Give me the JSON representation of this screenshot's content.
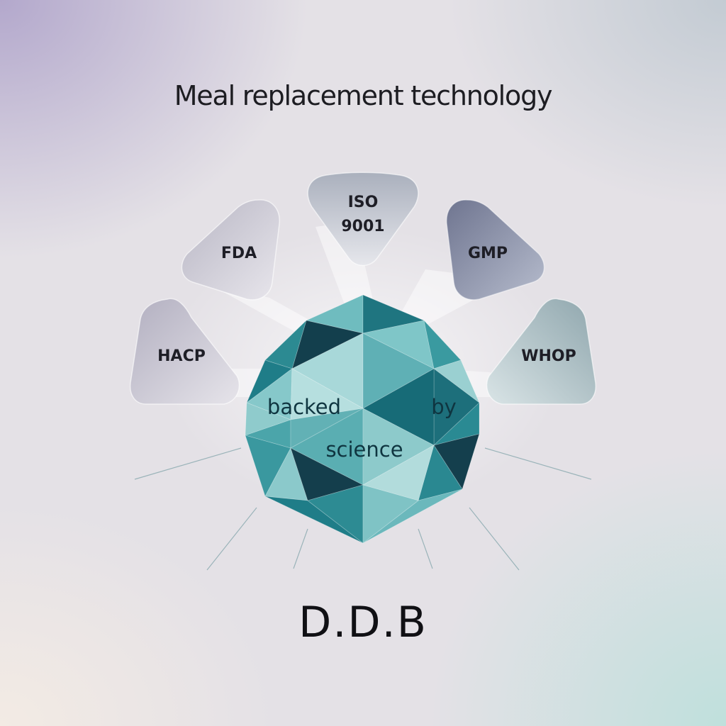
{
  "title": "Meal replacement technology",
  "badges": [
    {
      "id": "hacp",
      "label": "HACP"
    },
    {
      "id": "fda",
      "label": "FDA"
    },
    {
      "id": "iso",
      "label_line1": "ISO",
      "label_line2": "9001"
    },
    {
      "id": "gmp",
      "label": "GMP"
    },
    {
      "id": "whop",
      "label": "WHOP"
    }
  ],
  "gem": {
    "word1": "backed",
    "word2": "by",
    "word3": "science"
  },
  "brand": "D.D.B",
  "colors": {
    "gem_light": "#9fd1d3",
    "gem_mid": "#3f9ea3",
    "gem_dark": "#153e4d",
    "badge_light": "#cfcdd6",
    "badge_dark": "#7b8198"
  }
}
